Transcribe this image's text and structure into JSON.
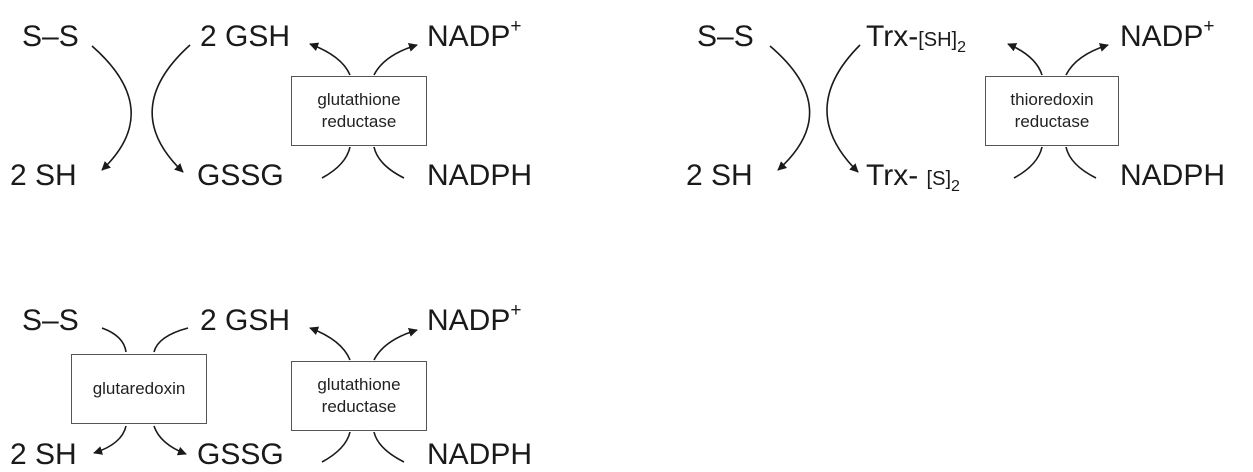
{
  "panel_a": {
    "disulfide": "S–S",
    "thiol": "2 SH",
    "reduced": "2 GSH",
    "oxidized": "GSSG",
    "nadp": "NADP",
    "nadp_charge": "+",
    "nadph": "NADPH",
    "enzyme_line1": "glutathione",
    "enzyme_line2": "reductase"
  },
  "panel_b": {
    "disulfide": "S–S",
    "thiol": "2 SH",
    "reduced_prefix": "Trx-",
    "reduced_group": "[SH]",
    "reduced_sub": "2",
    "oxidized_prefix": "Trx-",
    "oxidized_group": "[S]",
    "oxidized_sub": "2",
    "nadp": "NADP",
    "nadp_charge": "+",
    "nadph": "NADPH",
    "enzyme_line1": "thioredoxin",
    "enzyme_line2": "reductase"
  },
  "panel_c": {
    "disulfide": "S–S",
    "thiol": "2 SH",
    "reduced": "2 GSH",
    "oxidized": "GSSG",
    "nadp": "NADP",
    "nadp_charge": "+",
    "nadph": "NADPH",
    "enzyme_left": "glutaredoxin",
    "enzyme_line1": "glutathione",
    "enzyme_line2": "reductase"
  }
}
